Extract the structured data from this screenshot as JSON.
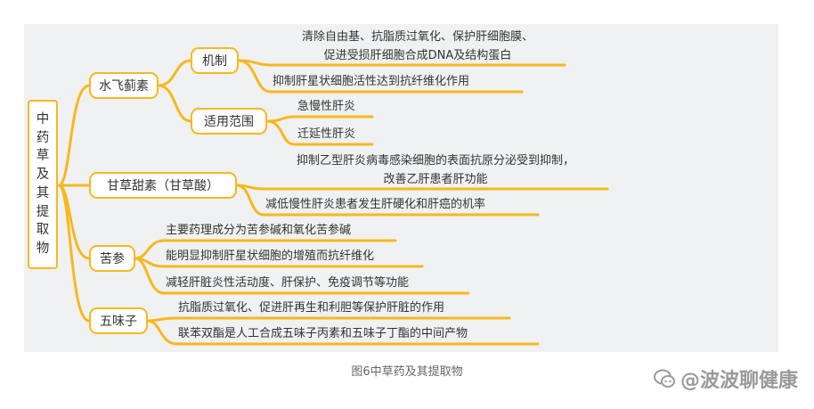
{
  "root": {
    "label": "中药草及其提取物"
  },
  "branches": {
    "silymarin": {
      "label": "水飞蓟素",
      "mechanism": {
        "label": "机制",
        "items": [
          "清除自由基、抗脂质过氧化、保护肝细胞膜、\n促进受损肝细胞合成DNA及结构蛋白",
          "抑制肝星状细胞活性达到抗纤维化作用"
        ]
      },
      "scope": {
        "label": "适用范围",
        "items": [
          "急慢性肝炎",
          "迁延性肝炎"
        ]
      }
    },
    "glycyrrhizin": {
      "label": "甘草甜素（甘草酸）",
      "items": [
        "抑制乙型肝炎病毒感染细胞的表面抗原分泌受到抑制，\n改善乙肝患者肝功能",
        "减低慢性肝炎患者发生肝硬化和肝癌的机率"
      ]
    },
    "sophora": {
      "label": "苦参",
      "items": [
        "主要药理成分为苦参碱和氧化苦参碱",
        "能明显抑制肝星状细胞的增殖而抗纤维化",
        "减轻肝脏炎性活动度、肝保护、免疫调节等功能"
      ]
    },
    "schisandra": {
      "label": "五味子",
      "items": [
        "抗脂质过氧化、促进肝再生和利胆等保护肝脏的作用",
        "联苯双酯是人工合成五味子丙素和五味子丁酯的中间产物"
      ]
    }
  },
  "caption": "图6中草药及其提取物",
  "watermark": "@波波聊健康",
  "colors": {
    "accent": "#f7b81f",
    "background": "#eff1f2"
  }
}
